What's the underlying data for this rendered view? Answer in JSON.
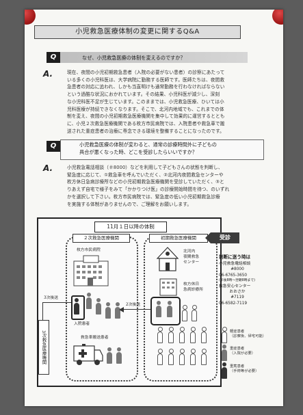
{
  "document": {
    "title": "小児救急医療体制の変更に関するQ&A",
    "q1": {
      "mark": "Q",
      "text": "なぜ、小児救急医療の体制を変えるのですか？"
    },
    "a1": {
      "mark": "A.",
      "lines": [
        "現在、夜間の小児初期救急患者（入院の必要がない患者）の診察にあたって",
        "いる多くの小児科医は、大学病院に勤務する医師です。医師たちは、夜間救",
        "急患者の対応に追われ、しかも当直明けも通常勤務を行わなければならない",
        "という過酷な状況におかれています。その結果、小児科医が減少し、深刻",
        "な小児科医不足が生じています。このままでは、小児救急医療、ひいては小",
        "児科医療が持続できなくなります。そこで、北河内地域でも、これまでの体",
        "制を変え、夜間の小児初期救急医療機関を集中して効果的に運営するととも",
        "に、小児２次救急医療機関である枚方市民病院では、入院患者や救急車で搬",
        "送された重症患者の治療に専念できる環境を整備することになったのです。"
      ]
    },
    "q2": {
      "mark": "Q",
      "lines": [
        "小児救急医療の体制が変わると、通常の診療時間外に子どもの",
        "具合が悪くなった時、どこを受診したらいいですか？"
      ]
    },
    "a2": {
      "mark": "A.",
      "lines": [
        "小児救急電話相談（＃8000）などを利用して子どもさんの状態を判断し、",
        "緊急度に応じて、①救急車を呼んでいただく、②北河内夜間救急センターや",
        "枚方休日急病診療所などの小児初期救急医療機関を受診していただく、③と",
        "りあえず自宅で様子をみて「かかりつけ医」の診療開始時間を待つ、のいずれ",
        "かを選択して下さい。枚方市民病院では、緊急度の低い小児初期救急診療",
        "を実施する体制がありませんので、ご理解をお願いします。"
      ]
    },
    "diagram": {
      "title": "11月１日以降の体制",
      "secondary_label": "２次救急医療機関",
      "primary_label": "初期救急医療機関",
      "hospital": "枚方市民病院",
      "night_center": [
        "北河内",
        "夜間救急",
        "センター"
      ],
      "holiday_clinic": [
        "枚方休日",
        "急病診療所"
      ],
      "inpatient": "入院患者",
      "ambulance": "救急車搬送患者",
      "tertiary_transfer": "3次後送",
      "secondary_transfer": "2次後送",
      "tertiary": "3次救急医療機関",
      "consult": "受診"
    },
    "side": {
      "heading": "判断に迷う時は",
      "phone_consult": "小児救急電話相談",
      "phone_consult_no": "#8000",
      "phone_1": "06-6765-3650",
      "phone_1_note": "(午後8時〜翌朝8時まで)",
      "center": "救急安心センター",
      "center_name": "おおさか",
      "center_no": "#7119",
      "phone_2": "06-6582-7119"
    },
    "legend": {
      "light": "軽症患者",
      "light_note": "（診察後、帰宅可能）",
      "medium": "重症患者",
      "medium_note": "（入院が必要）",
      "dark": "重篤患者",
      "dark_note": "（手術等が必要）"
    }
  }
}
